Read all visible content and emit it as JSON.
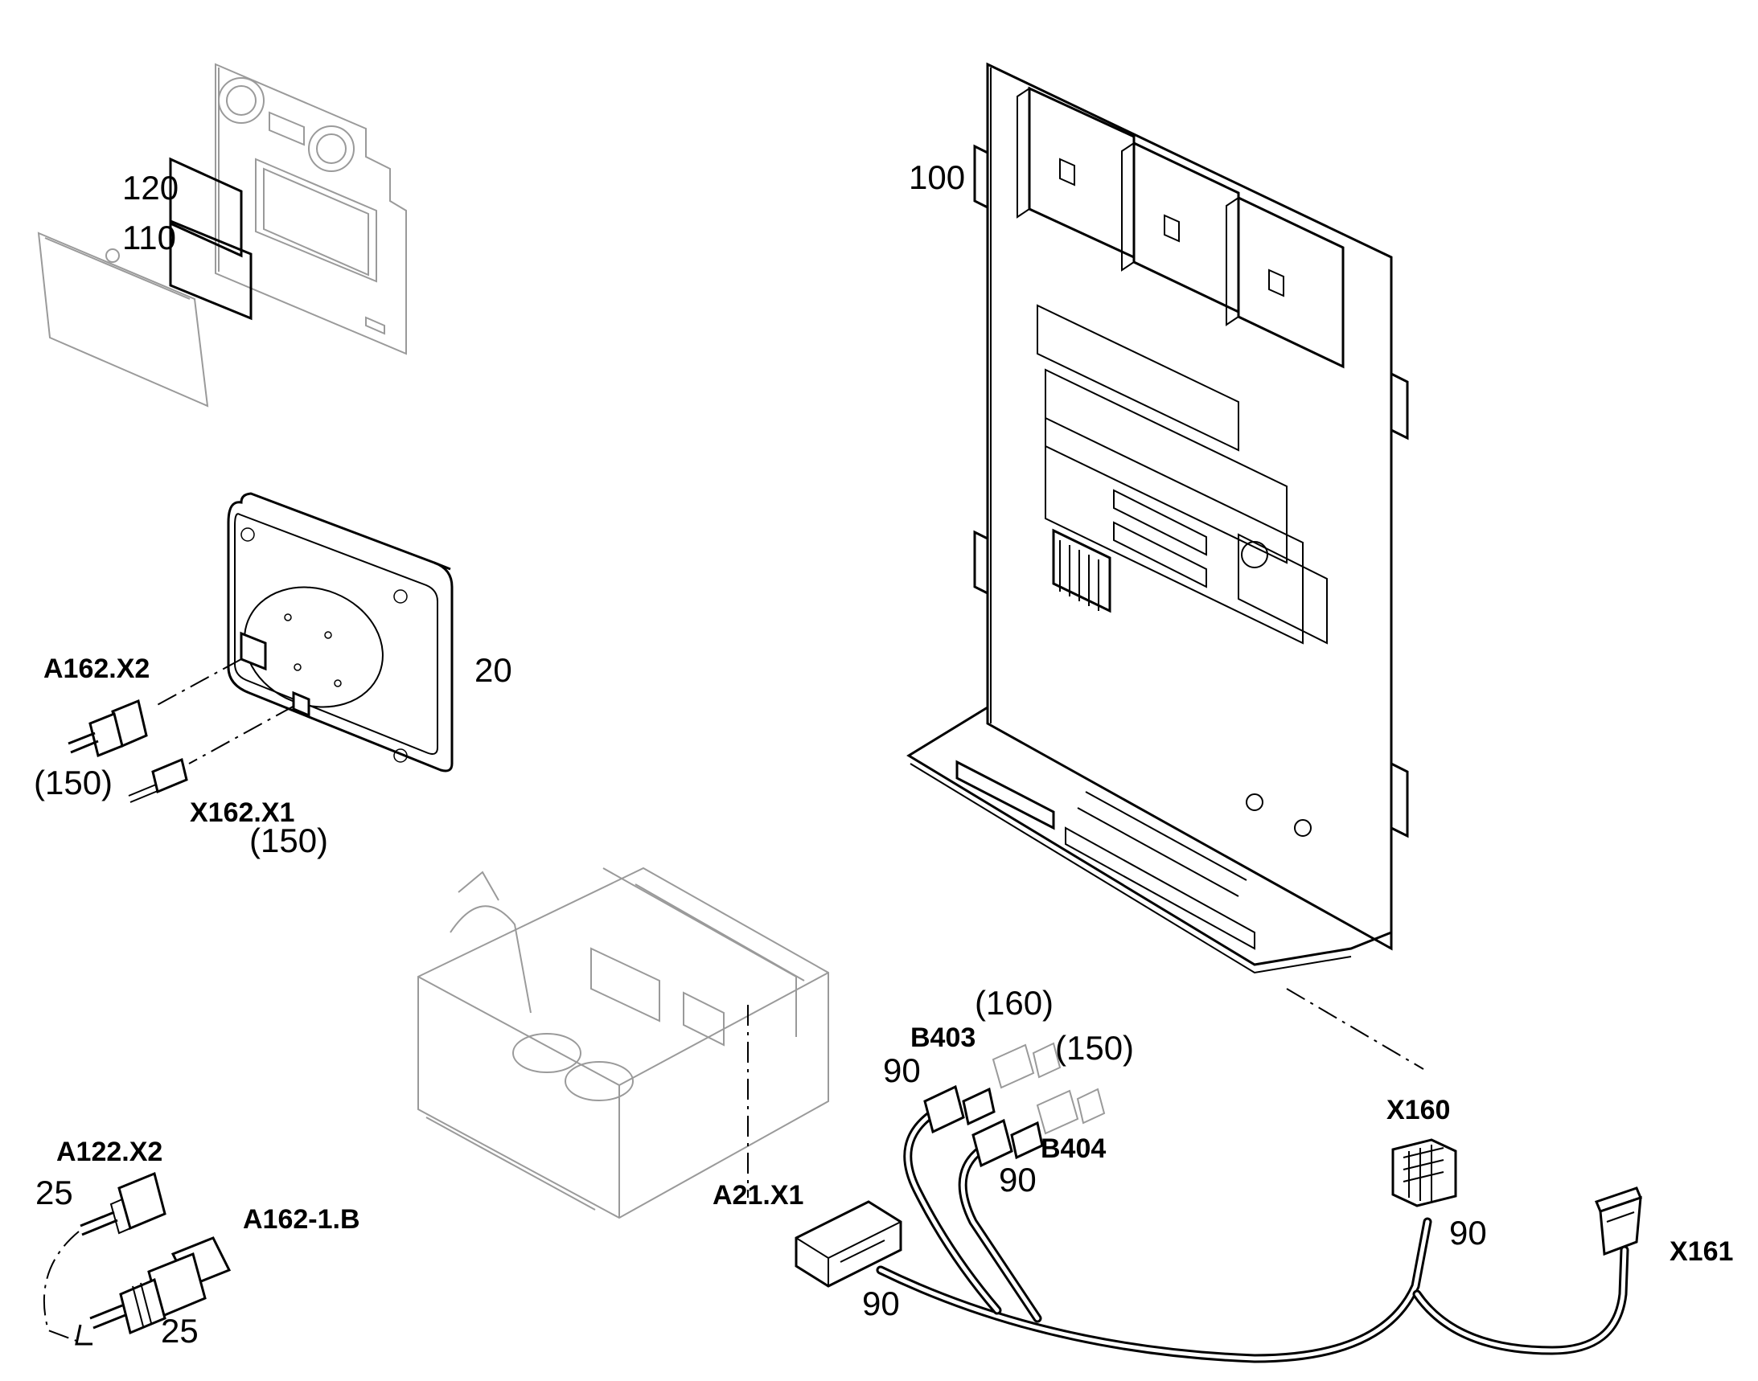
{
  "callouts": {
    "item_120": "120",
    "item_110": "110",
    "item_100": "100",
    "item_20": "20",
    "a162_x2": "A162.X2",
    "item_150_left": "(150)",
    "x162_x1": "X162.X1",
    "item_150_x162": "(150)",
    "item_160": "(160)",
    "b403": "B403",
    "item_90_b403": "90",
    "item_150_right": "(150)",
    "b404": "B404",
    "item_90_b404": "90",
    "x160": "X160",
    "item_90_x160": "90",
    "x161": "X161",
    "a21_x1": "A21.X1",
    "item_90_a21": "90",
    "a122_x2": "A122.X2",
    "item_25_top": "25",
    "a162_1b": "A162-1.B",
    "item_25_bottom": "25"
  }
}
